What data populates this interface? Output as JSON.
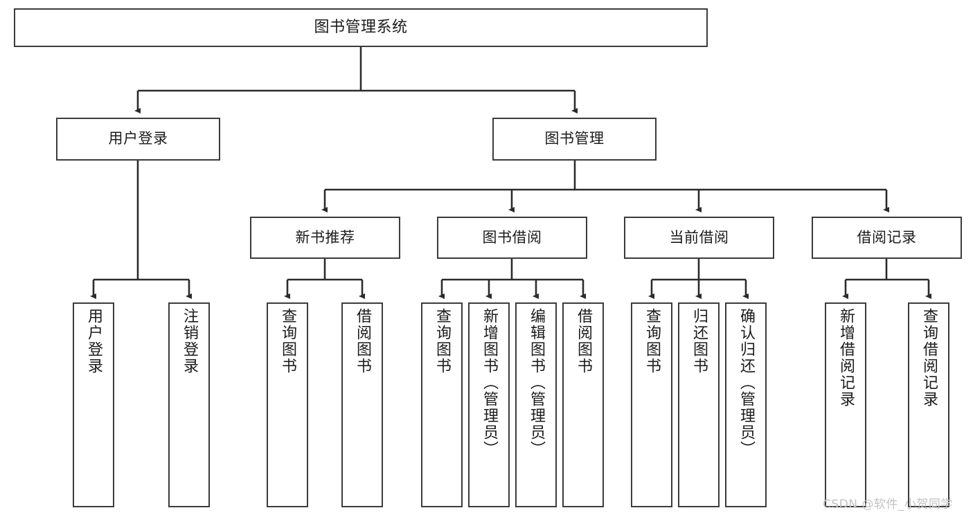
{
  "diagram": {
    "title": "图书管理系统",
    "type": "tree-hierarchy",
    "style": {
      "border_color": "#3b3b3b",
      "fill_color": "#ffffff",
      "text_color": "#1b1b1b",
      "line_color": "#2b2b2b",
      "background": "#ffffff"
    },
    "root": {
      "label": "图书管理系统"
    },
    "level2": [
      {
        "label": "用户登录"
      },
      {
        "label": "图书管理"
      }
    ],
    "level3": [
      {
        "label": "新书推荐"
      },
      {
        "label": "图书借阅"
      },
      {
        "label": "当前借阅"
      },
      {
        "label": "借阅记录"
      }
    ],
    "leaves": {
      "user_login": [
        {
          "label": "用户登录"
        },
        {
          "label": "注销登录"
        }
      ],
      "new_book_recommend": [
        {
          "label": "查询图书"
        },
        {
          "label": "借阅图书"
        }
      ],
      "book_borrow": [
        {
          "label": "查询图书"
        },
        {
          "label": "新增图书（管理员）"
        },
        {
          "label": "编辑图书（管理员）"
        },
        {
          "label": "借阅图书"
        }
      ],
      "current_borrow": [
        {
          "label": "查询图书"
        },
        {
          "label": "归还图书"
        },
        {
          "label": "确认归还（管理员）"
        }
      ],
      "borrow_record": [
        {
          "label": "新增借阅记录"
        },
        {
          "label": "查询借阅记录"
        }
      ]
    }
  },
  "watermark": {
    "text": "CSDN @软件_小贺同学"
  }
}
